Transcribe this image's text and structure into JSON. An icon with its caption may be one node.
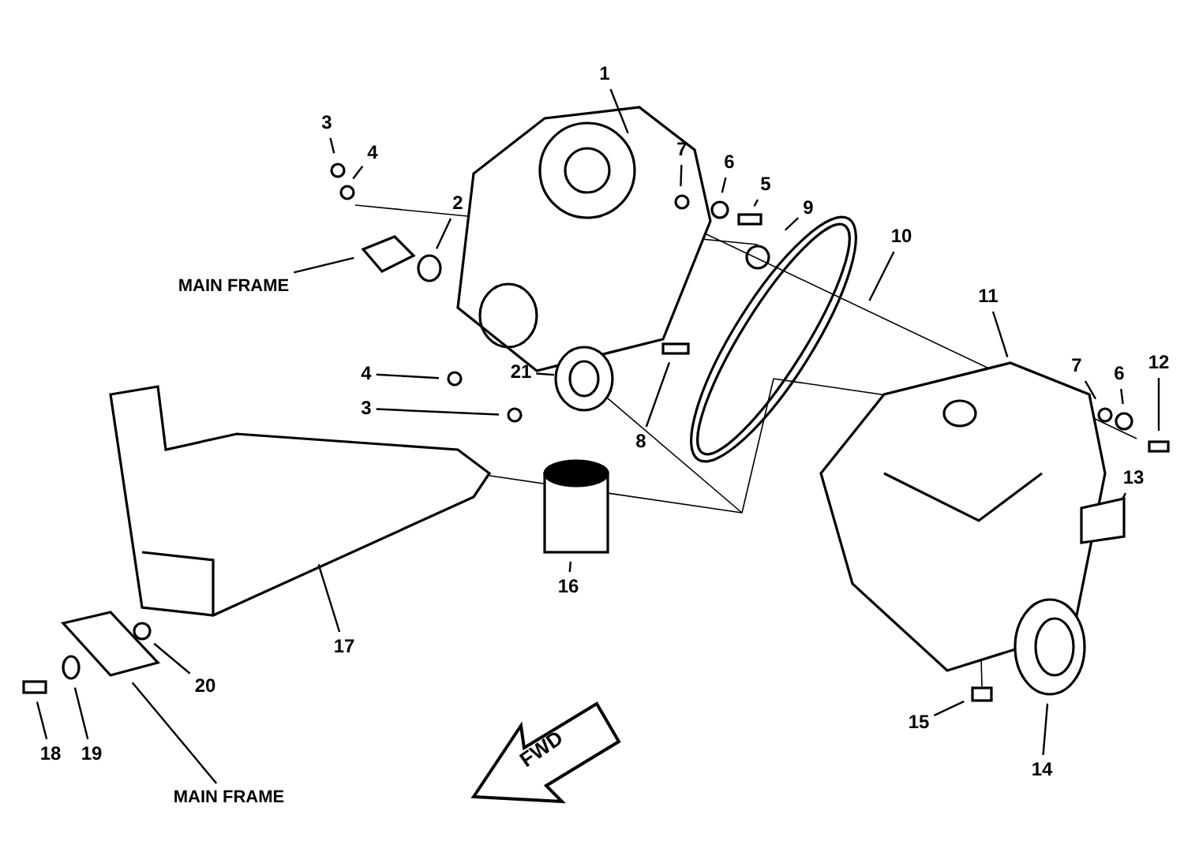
{
  "diagram": {
    "nodes": [
      {
        "text": [
          "1"
        ]
      },
      {
        "text": [
          "3"
        ]
      },
      {
        "text": [
          "4"
        ]
      },
      {
        "text": [
          "7"
        ]
      },
      {
        "text": [
          "6"
        ]
      },
      {
        "text": [
          "5"
        ]
      },
      {
        "text": [
          "2"
        ]
      },
      {
        "text": [
          "9"
        ]
      },
      {
        "text": [
          "10"
        ]
      },
      {
        "text": [
          "MAIN FRAME"
        ]
      },
      {
        "text": [
          "11"
        ]
      },
      {
        "text": [
          "7"
        ]
      },
      {
        "text": [
          "6"
        ]
      },
      {
        "text": [
          "12"
        ]
      },
      {
        "text": [
          "4"
        ]
      },
      {
        "text": [
          "3"
        ]
      },
      {
        "text": [
          "21"
        ]
      },
      {
        "text": [
          "8"
        ]
      },
      {
        "text": [
          "13"
        ]
      },
      {
        "text": [
          "16"
        ]
      },
      {
        "text": [
          "17"
        ]
      },
      {
        "text": [
          "20"
        ]
      },
      {
        "text": [
          "15"
        ]
      },
      {
        "text": [
          "14"
        ]
      },
      {
        "text": [
          "18"
        ]
      },
      {
        "text": [
          "19"
        ]
      },
      {
        "text": [
          "MAIN FRAME"
        ]
      }
    ],
    "edges": [
      {
        "from": 0,
        "to": null,
        "arrow": "none"
      },
      {
        "from": 1,
        "to": null,
        "arrow": "none"
      },
      {
        "from": 2,
        "to": null,
        "arrow": "none"
      },
      {
        "from": 3,
        "to": null,
        "arrow": "none"
      },
      {
        "from": 4,
        "to": null,
        "arrow": "none"
      },
      {
        "from": 5,
        "to": null,
        "arrow": "none"
      },
      {
        "from": 6,
        "to": null,
        "arrow": "none"
      },
      {
        "from": 7,
        "to": null,
        "arrow": "none"
      },
      {
        "from": 8,
        "to": null,
        "arrow": "none"
      },
      {
        "from": 9,
        "to": null,
        "arrow": "none"
      },
      {
        "from": 10,
        "to": null,
        "arrow": "none"
      },
      {
        "from": 11,
        "to": null,
        "arrow": "none"
      },
      {
        "from": 12,
        "to": null,
        "arrow": "none"
      },
      {
        "from": 13,
        "to": null,
        "arrow": "none"
      },
      {
        "from": 14,
        "to": null,
        "arrow": "none"
      },
      {
        "from": 15,
        "to": null,
        "arrow": "none"
      },
      {
        "from": 16,
        "to": null,
        "arrow": "none"
      },
      {
        "from": 17,
        "to": null,
        "arrow": "none"
      },
      {
        "from": 18,
        "to": null,
        "arrow": "none"
      },
      {
        "from": 19,
        "to": null,
        "arrow": "none"
      },
      {
        "from": 20,
        "to": null,
        "arrow": "none"
      },
      {
        "from": 21,
        "to": null,
        "arrow": "none"
      },
      {
        "from": 22,
        "to": null,
        "arrow": "none"
      },
      {
        "from": 23,
        "to": null,
        "arrow": "none"
      },
      {
        "from": 24,
        "to": null,
        "arrow": "none"
      },
      {
        "from": 25,
        "to": null,
        "arrow": "none"
      },
      {
        "from": 26,
        "to": null,
        "arrow": "none"
      }
    ],
    "labels": [
      "FWD"
    ]
  }
}
